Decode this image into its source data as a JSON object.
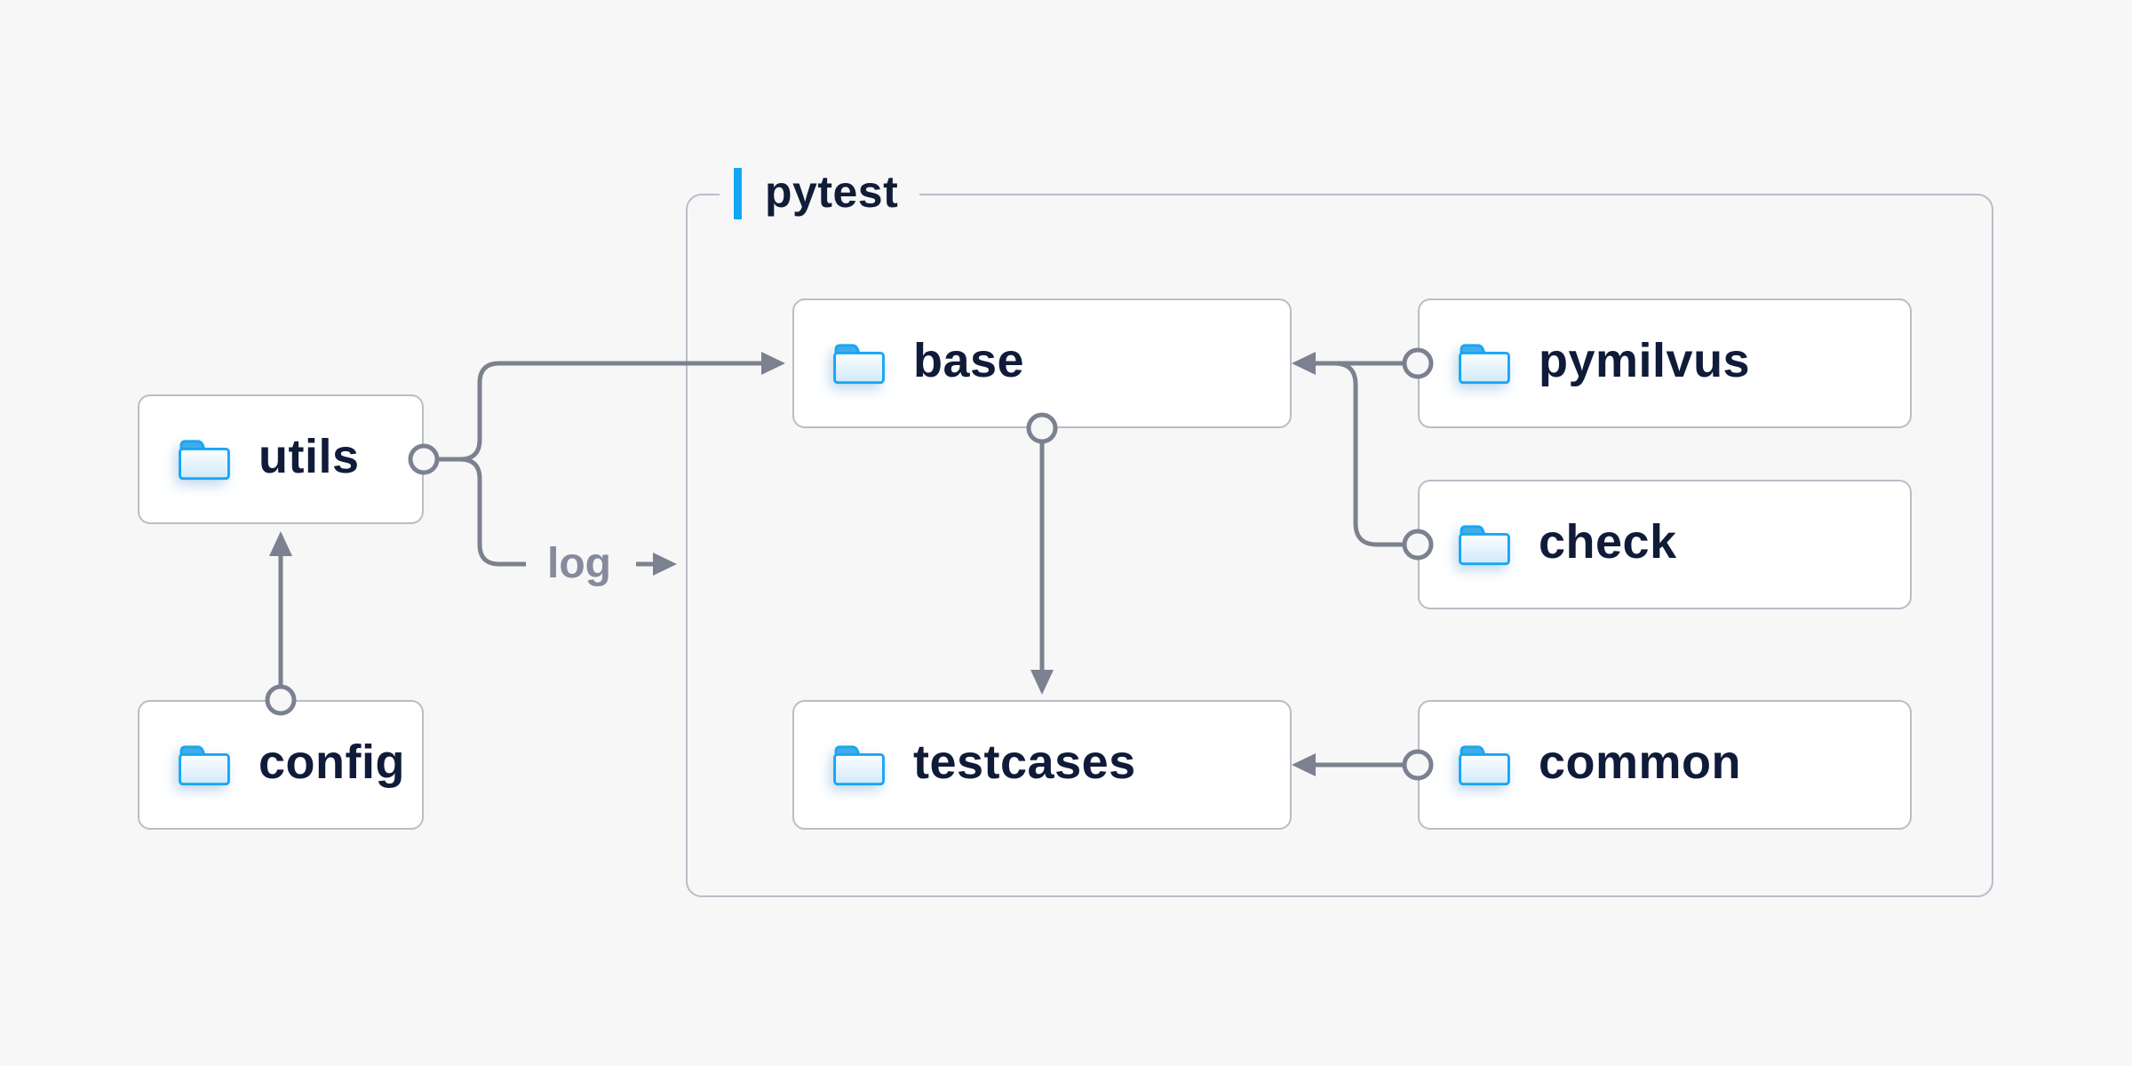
{
  "diagram": {
    "container_label": "pytest",
    "edge_label": "log",
    "nodes": {
      "utils": "utils",
      "config": "config",
      "base": "base",
      "pymilvus": "pymilvus",
      "check": "check",
      "testcases": "testcases",
      "common": "common"
    },
    "edges": [
      {
        "from": "config",
        "to": "utils"
      },
      {
        "from": "utils",
        "to": "base"
      },
      {
        "from": "utils",
        "to": "log",
        "label": "log"
      },
      {
        "from": "pymilvus",
        "to": "base"
      },
      {
        "from": "check",
        "to": "base"
      },
      {
        "from": "base",
        "to": "testcases"
      },
      {
        "from": "common",
        "to": "testcases"
      }
    ],
    "colors": {
      "background": "#f7f7f8",
      "node_background": "#ffffff",
      "node_border": "#b9bdc7",
      "connector": "#7c8190",
      "label_text": "#0f1b38",
      "muted_text": "#868a9c",
      "accent_blue": "#12a7f4",
      "folder_stroke": "#18a6f2",
      "folder_tab": "#41ade8",
      "folder_fill_top": "#fdfeff",
      "folder_fill_bottom": "#cfe9fa"
    }
  }
}
